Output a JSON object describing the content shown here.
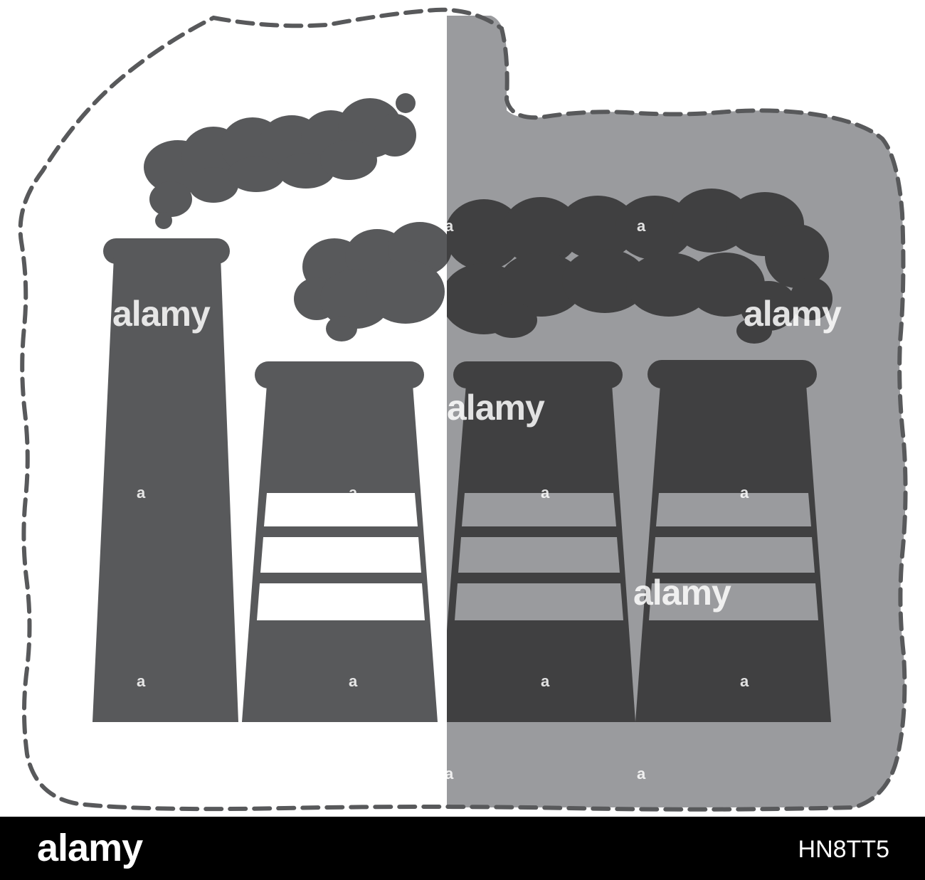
{
  "image": {
    "subject": "factory-chimneys-sticker-icon",
    "icons": [
      "factory-icon",
      "smoke-cloud-icon"
    ],
    "colors": {
      "background": "#ffffff",
      "shadow_panel": "#9a9b9e",
      "chimney_light": "#58595b",
      "chimney_dark": "#404041",
      "dashed_outline": "#58595b",
      "footer_bar": "#000000",
      "footer_text": "#ffffff"
    }
  },
  "watermark": {
    "text": "alamy",
    "small_mark": "a"
  },
  "footer": {
    "brand": "alamy",
    "image_id": "HN8TT5"
  }
}
